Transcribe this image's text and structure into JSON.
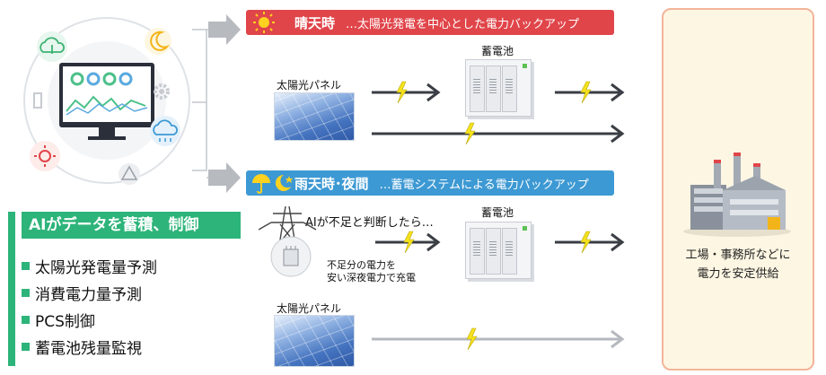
{
  "banners": {
    "sunny": {
      "title": "晴天時",
      "subtitle": "…太陽光発電を中心とした電力バックアップ"
    },
    "night": {
      "title": "雨天時･夜間",
      "subtitle": "…蓄電システムによる電力バックアップ"
    }
  },
  "labels": {
    "solar_panel_top": "太陽光パネル",
    "battery_top": "蓄電池",
    "ai_decision": "AIが不足と判断したら…",
    "battery_bottom": "蓄電池",
    "charge_note_line1": "不足分の電力を",
    "charge_note_line2": "安い深夜電力で充電",
    "solar_panel_bottom": "太陽光パネル"
  },
  "destination": {
    "line1": "工場・事務所などに",
    "line2": "電力を安定供給"
  },
  "ai_panel": {
    "title": "AIがデータを蓄積、制御",
    "items": [
      "太陽光発電量予測",
      "消費電力量予測",
      "PCS制御",
      "蓄電池残量監視"
    ]
  },
  "colors": {
    "sunny_banner": "#e0454a",
    "night_banner": "#3d99d3",
    "ai_green": "#2db47a",
    "arrow_dark": "#3a3d44",
    "arrow_light": "#b5b8be",
    "bolt_yellow": "#f6e21c",
    "right_box_border": "#f3b49a",
    "right_box_fill": "#fdf6e3"
  },
  "icons": [
    "sun-icon",
    "umbrella-icon",
    "moon-icon",
    "star-icon",
    "lightning-bolt-icon",
    "monitor-icon",
    "cloud-upload-icon",
    "cloud-rain-icon",
    "gear-icon",
    "battery-icon",
    "warning-icon",
    "factory-icon",
    "power-pylon-icon",
    "transformer-icon",
    "battery-cabinet-icon",
    "solar-panel-icon"
  ]
}
